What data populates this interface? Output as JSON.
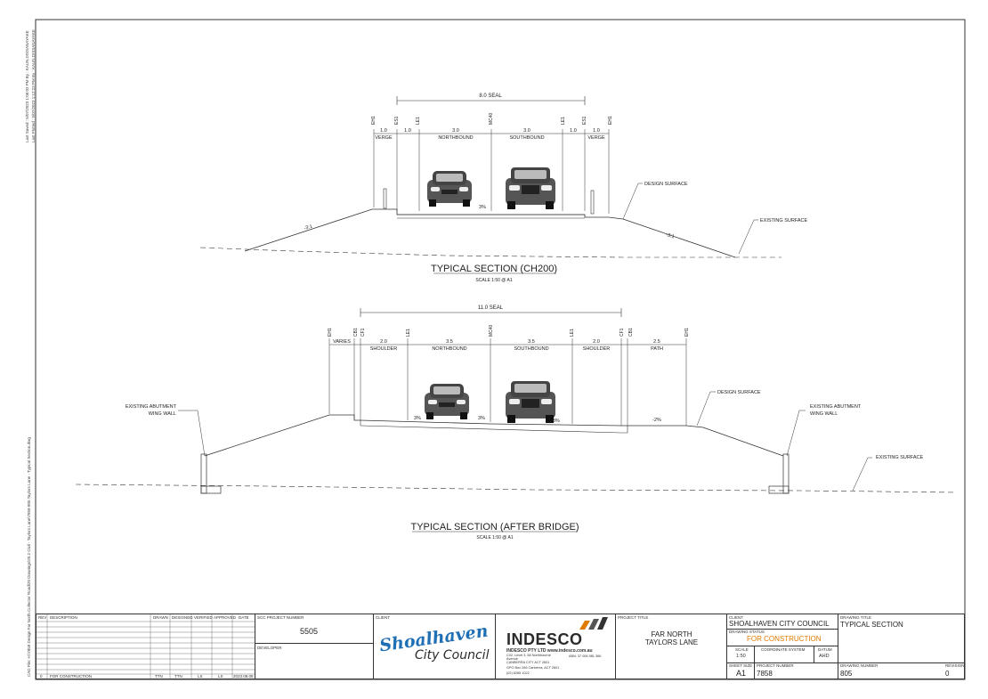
{
  "side_text": {
    "last_saved": "Last Saved : 5/07/2023 1:06:02 PM By : KAUN.DISSANAYAKE",
    "last_plotted": "Last Plotted : 5/07/2023 1:12:23 PM By : KAUN.DISSANAYAKE",
    "cad_file": "CAD File: H:\\7858 Design Far North Collector Road\\20 Drawings\\20.2 Civil - Taylors Lane\\7858-805 Taylors Lane - Typical Section.dwg"
  },
  "section1": {
    "title": "TYPICAL SECTION (CH200)",
    "scale": "SCALE 1:50 @ A1",
    "seal": "8.0 SEAL",
    "markers": [
      "EH1",
      "ES1",
      "LE1",
      "MC40",
      "LE1",
      "ES1",
      "EH1"
    ],
    "widths": [
      "1.0",
      "1.0",
      "3.0",
      "3.0",
      "1.0",
      "1.0"
    ],
    "zones": [
      "VERGE",
      "NORTHBOUND",
      "SOUTHBOUND",
      "VERGE"
    ],
    "slope_left": "-3:1",
    "slope_right": "-3:1",
    "crossfall": "3%",
    "design_surface": "DESIGN SURFACE",
    "existing_surface": "EXISTING SURFACE"
  },
  "section2": {
    "title": "TYPICAL SECTION (AFTER BRIDGE)",
    "scale": "SCALE 1:50 @ A1",
    "seal": "11.0 SEAL",
    "markers": [
      "EH1",
      "CB1",
      "CF1",
      "LE1",
      "MC40",
      "LE1",
      "CF1",
      "CB1",
      "EH1"
    ],
    "widths": [
      "2.0",
      "3.5",
      "3.5",
      "2.0",
      "2.5"
    ],
    "zones": [
      "VARIES",
      "SHOULDER",
      "NORTHBOUND",
      "SOUTHBOUND",
      "SHOULDER",
      "PATH"
    ],
    "crossfalls": [
      "3%",
      "3%",
      "-3%",
      "-2%"
    ],
    "design_surface": "DESIGN SURFACE",
    "existing_surface": "EXISTING SURFACE",
    "abutment": [
      "EXISTING ABUTMENT",
      "WING WALL"
    ]
  },
  "title_block": {
    "rev_headers": [
      "REV",
      "DESCRIPTION",
      "DRAWN",
      "DESIGNED",
      "VERIFIED",
      "APPROVED",
      "DATE"
    ],
    "rev_row": [
      "0",
      "FOR CONSTRUCTION",
      "TTN",
      "TTN",
      "LS",
      "LS",
      "2023.08.08"
    ],
    "scc_project_label": "SCC PROJECT NUMBER",
    "scc_project_number": "5505",
    "developer_label": "DEVELOPER",
    "client_label": "CLIENT",
    "client_logo_main": "Shoalhaven",
    "client_logo_sub": "City Council",
    "consultant_name": "INDESCO",
    "consultant_lines": [
      "INDESCO PTY LTD   www.indesco.com.au",
      "C02, Level 3, 58 Northbourne",
      "Avenue",
      "CANBERRA CITY ACT 2601",
      "GPO Box 265 Canberra, ACT 2601",
      "(02) 6285 1022"
    ],
    "consultant_abn": "ABN: 37 008 581 366",
    "project_title_label": "PROJECT TITLE",
    "project_title": [
      "FAR NORTH",
      "TAYLORS LANE"
    ],
    "client_name_label": "CLIENT",
    "client_name": "SHOALHAVEN CITY COUNCIL",
    "drawing_status_label": "DRAWING STATUS",
    "drawing_status": "FOR CONSTRUCTION",
    "scale_label": "SCALE",
    "scale": "1:50",
    "coord_label": "COORDINATE SYSTEM",
    "coord": "",
    "datum_label": "DATUM",
    "datum": "AHD",
    "sheet_size_label": "SHEET SIZE",
    "sheet_size": "A1",
    "project_number_label": "PROJECT NUMBER",
    "project_number": "7858",
    "drawing_title_label": "DRAWING TITLE",
    "drawing_title": "TYPICAL SECTION",
    "drawing_number_label": "DRAWING NUMBER",
    "drawing_number": "805",
    "revision_label": "REVISION",
    "revision": "0"
  },
  "colors": {
    "line": "#333333",
    "status": "#e07b00",
    "logo_blue": "#1f6fb5",
    "logo_text": "#2b2b2b"
  }
}
